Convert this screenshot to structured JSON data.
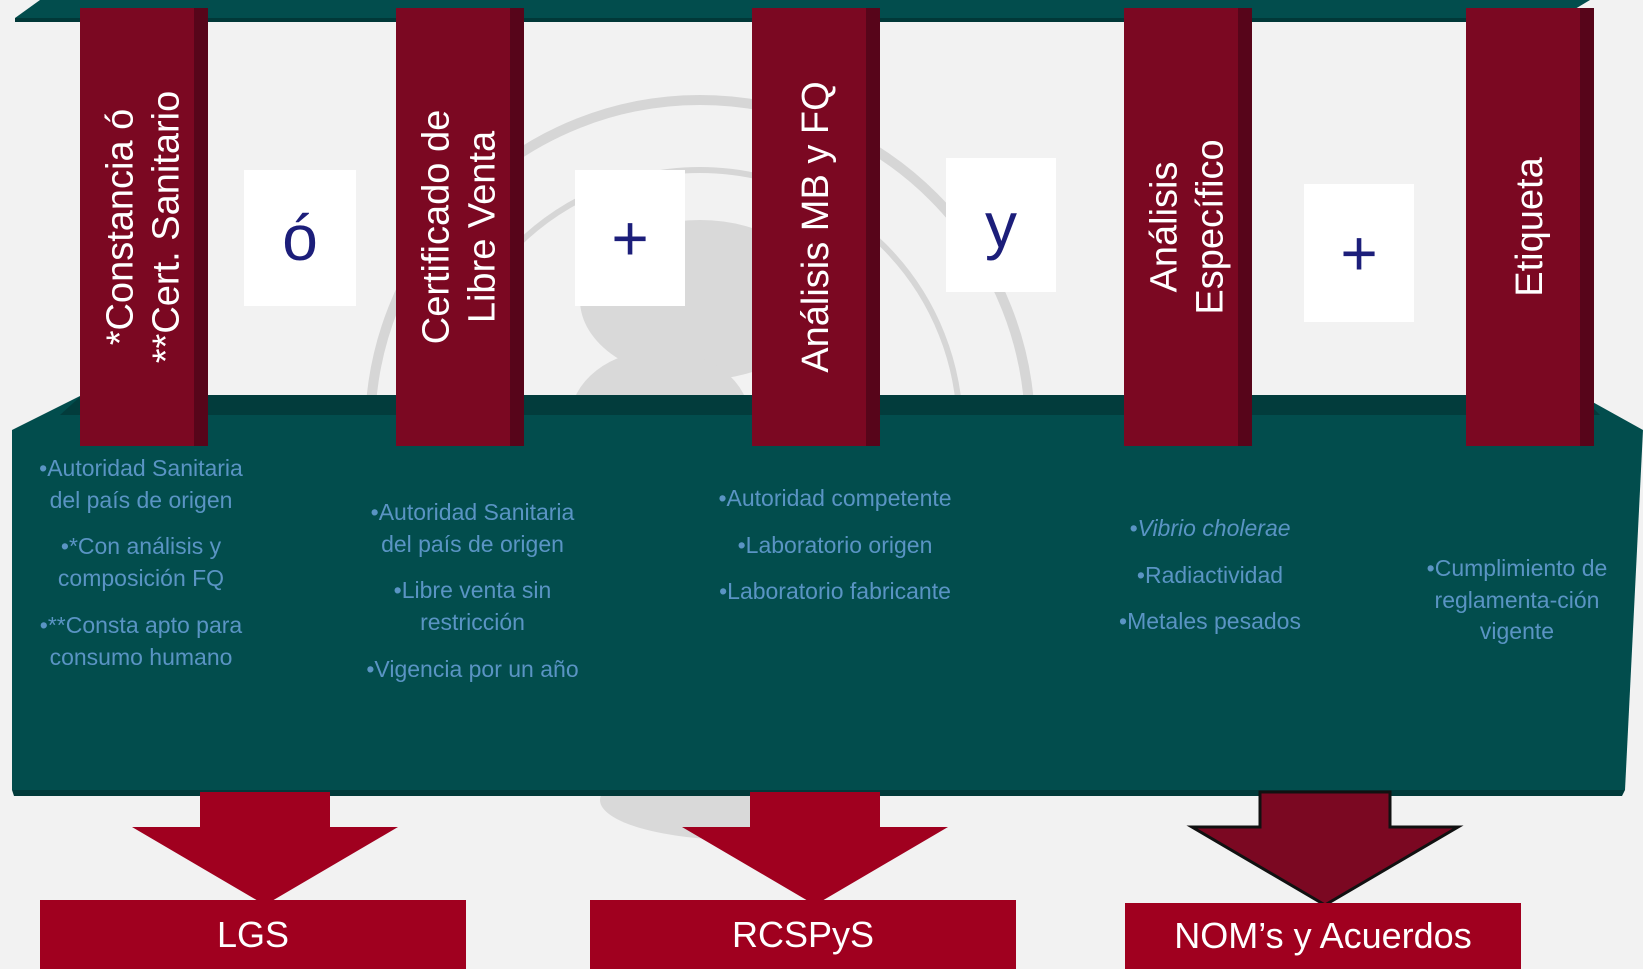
{
  "columns": [
    {
      "title_lines": [
        "*Constancia ó",
        "**Cert. Sanitario"
      ],
      "items": [
        "•Autoridad Sanitaria del país de origen",
        "•*Con análisis y composición FQ",
        "•**Consta apto para consumo humano"
      ]
    },
    {
      "title_lines": [
        "Certificado de",
        "Libre Venta"
      ],
      "items": [
        "•Autoridad Sanitaria del país de origen",
        "•Libre venta sin restricción",
        "•Vigencia por un año"
      ]
    },
    {
      "title_lines": [
        "Análisis MB y FQ"
      ],
      "items": [
        "•Autoridad competente",
        "•Laboratorio origen",
        "•Laboratorio fabricante"
      ]
    },
    {
      "title_lines": [
        "Análisis",
        "Específico"
      ],
      "items": [
        "•Vibrio cholerae",
        "•Radiactividad",
        "•Metales pesados"
      ]
    },
    {
      "title_lines": [
        "Etiqueta"
      ],
      "items": [
        "•Cumplimiento de reglamenta-ción vigente"
      ]
    }
  ],
  "connectors": [
    "ó",
    "+",
    "y",
    "+"
  ],
  "laws": [
    "LGS",
    "RCSPyS",
    "NOM’s y Acuerdos"
  ],
  "colors": {
    "pillar": "#7b0822",
    "band": "#024d4d",
    "item_text": "#5a94c4",
    "connector_text": "#1c1e7a",
    "law_box": "#a0001f"
  }
}
